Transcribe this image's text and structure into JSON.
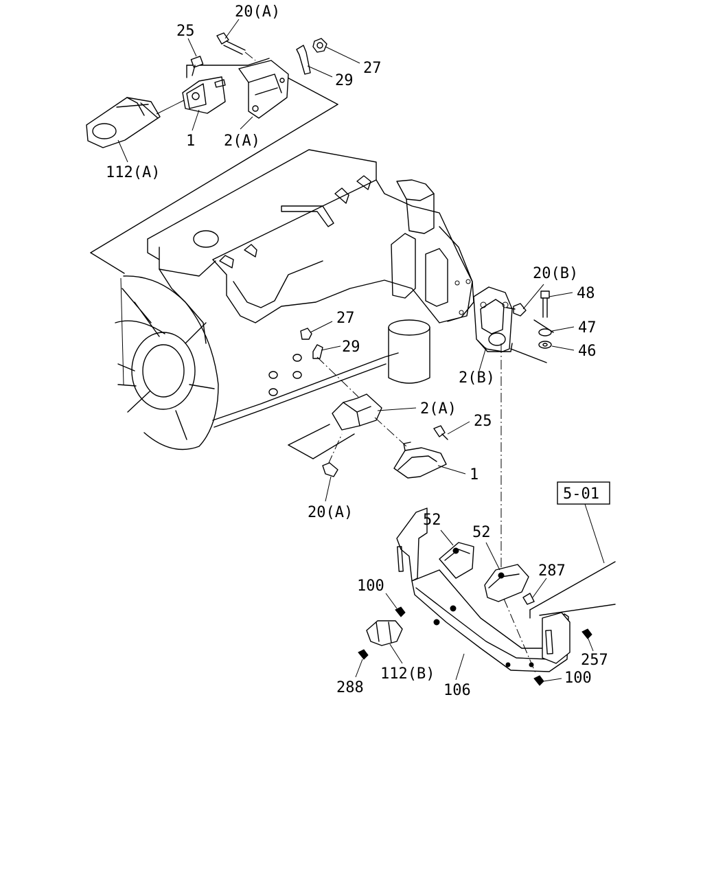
{
  "labels": {
    "l20a_top": "20(A)",
    "l25_top": "25",
    "l27_top": "27",
    "l29_top": "29",
    "l1_top": "1",
    "l2a_top": "2(A)",
    "l112a": "112(A)",
    "l20b": "20(B)",
    "l48": "48",
    "l47": "47",
    "l46": "46",
    "l2b": "2(B)",
    "l27_mid": "27",
    "l29_mid": "29",
    "l2a_mid": "2(A)",
    "l25_mid": "25",
    "l1_mid": "1",
    "l20a_mid": "20(A)",
    "l5_01": "5-01",
    "l52_left": "52",
    "l52_right": "52",
    "l287": "287",
    "l100_left": "100",
    "l112b": "112(B)",
    "l288": "288",
    "l106": "106",
    "l100_right": "100",
    "l257": "257"
  }
}
